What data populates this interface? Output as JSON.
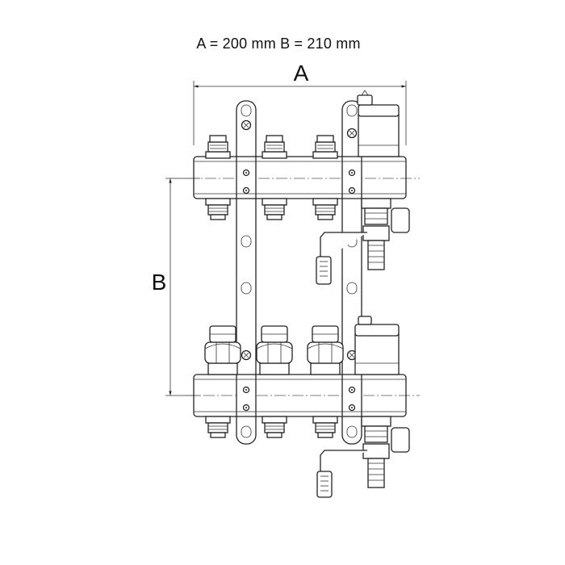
{
  "caption": "A = 200 mm B = 210 mm",
  "dimension_labels": {
    "a": "A",
    "b": "B"
  }
}
